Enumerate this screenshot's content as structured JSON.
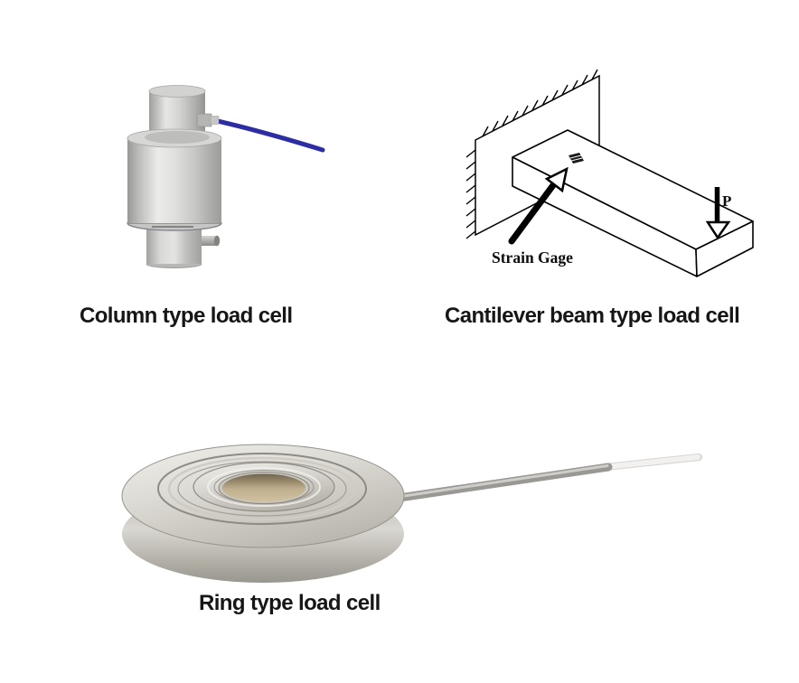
{
  "captions": {
    "column": "Column type load cell",
    "cantilever": "Cantilever beam type load cell",
    "ring": "Ring type load cell"
  },
  "diagram": {
    "strain_gage_label": "Strain Gage",
    "force_label": "P"
  },
  "colors": {
    "caption_text": "#161616",
    "diagram_line": "#000000",
    "cable_blue": "#2d2da3",
    "metal_light": "#ebebe9",
    "metal_dark": "#98989a",
    "ring_metal": "#d9d7d1",
    "ring_hole_tan": "#b9a987",
    "ring_cable_gray": "#9a9894",
    "ring_cable_white": "#f2f1ef",
    "background": "#ffffff"
  }
}
